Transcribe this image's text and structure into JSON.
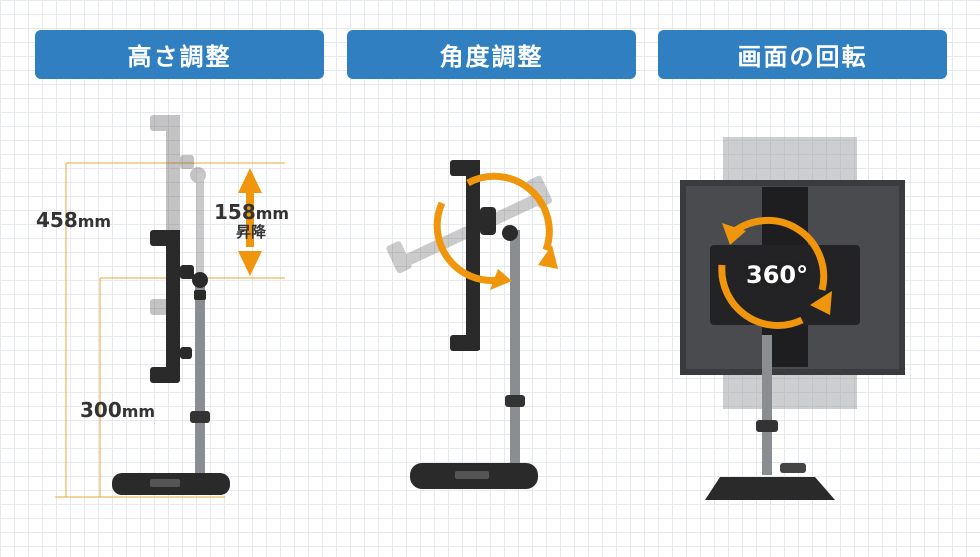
{
  "headers": {
    "height_adjust": "高さ調整",
    "angle_adjust": "角度調整",
    "screen_rotation": "画面の回転"
  },
  "height_panel": {
    "total_value": "458",
    "total_unit": "mm",
    "base_value": "300",
    "base_unit": "mm",
    "range_value": "158",
    "range_unit": "mm",
    "range_note": "昇降"
  },
  "rotation_panel": {
    "degree_label": "360°"
  },
  "colors": {
    "header_bg": "#2f7fc1",
    "accent_orange": "#f0960d",
    "guide_line": "#e9a83a"
  }
}
